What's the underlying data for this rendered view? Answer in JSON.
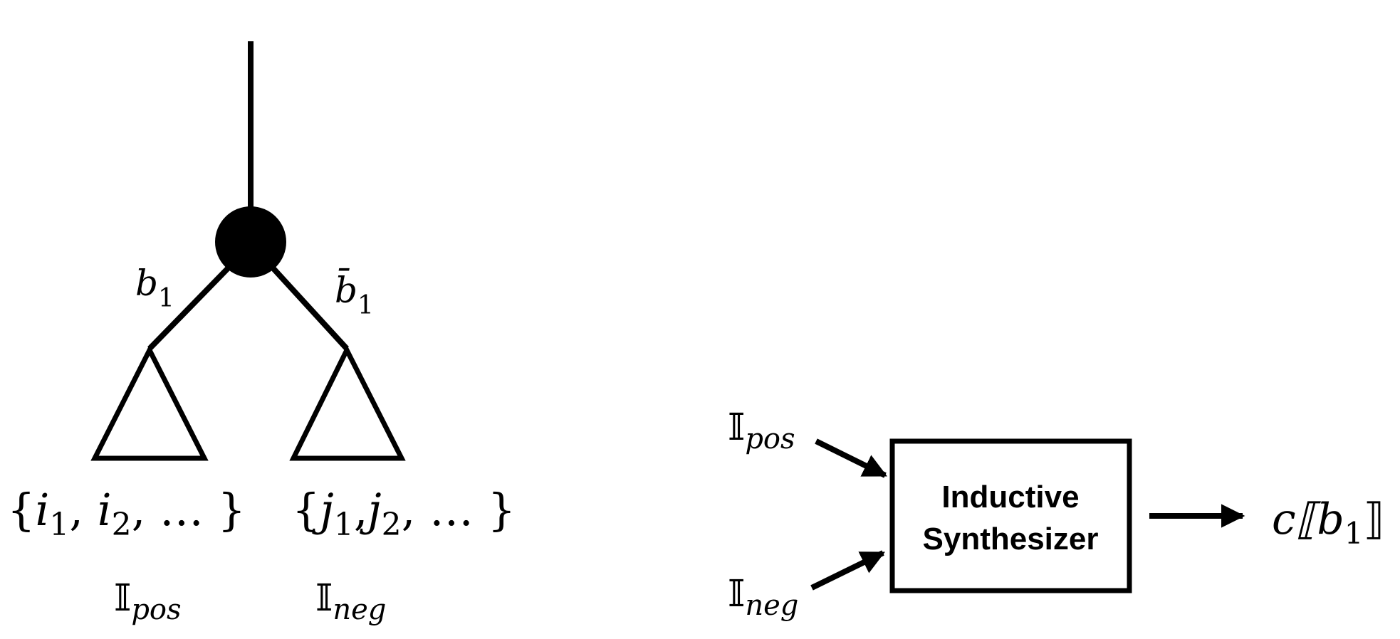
{
  "colors": {
    "ink": "#000000",
    "background": "#ffffff"
  },
  "tree": {
    "left_edge_label": {
      "base": "b",
      "sub": "1"
    },
    "right_edge_label": {
      "base": "b̄",
      "sub": "1"
    },
    "left_set": {
      "open": "{",
      "items": [
        {
          "base": "i",
          "sub": "1"
        },
        {
          "base": "i",
          "sub": "2"
        }
      ],
      "rest": ", … }"
    },
    "right_set": {
      "open": "{",
      "items": [
        {
          "base": "j",
          "sub": "1"
        },
        {
          "base": "j",
          "sub": "2"
        }
      ],
      "rest": ", … }"
    },
    "left_caption": {
      "base": "𝕀",
      "sub": "pos"
    },
    "right_caption": {
      "base": "𝕀",
      "sub": "neg"
    }
  },
  "synthesizer": {
    "input_top": {
      "base": "𝕀",
      "sub": "pos"
    },
    "input_bottom": {
      "base": "𝕀",
      "sub": "neg"
    },
    "box_line1": "Inductive",
    "box_line2": "Synthesizer",
    "output": {
      "prefix": "c⟦",
      "base": "b",
      "sub": "1",
      "suffix": "⟧"
    }
  }
}
